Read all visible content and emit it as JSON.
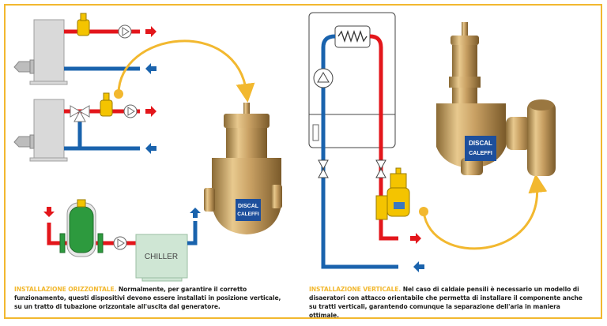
{
  "left_panel": {
    "chiller_label": "CHILLER",
    "product_brand": "DISCAL",
    "product_maker": "CALEFFI",
    "caption_heading": "INSTALLAZIONE ORIZZONTALE.",
    "caption_text": "Normalmente, per garantire il corretto funzionamento, questi dispositivi devono essere installati in posizione verticale, su un tratto di tubazione orizzontale all'uscita dal generatore."
  },
  "right_panel": {
    "product_brand": "DISCAL",
    "product_maker": "CALEFFI",
    "caption_heading": "INSTALLAZIONE VERTICALE.",
    "caption_text": "Nel caso di caldaie pensili è necessario un modello di disaeratori con attacco orientabile che permetta di installare il componente anche su tratti verticali, garantendo comunque la separazione dell'aria in maniera ottimale."
  },
  "colors": {
    "frame": "#f2b82f",
    "hot_pipe": "#e3161b",
    "cold_pipe": "#1a63ad",
    "brass": "#c9a164",
    "separator_green": "#2d9a3e",
    "chiller": "#cfe6d4"
  }
}
